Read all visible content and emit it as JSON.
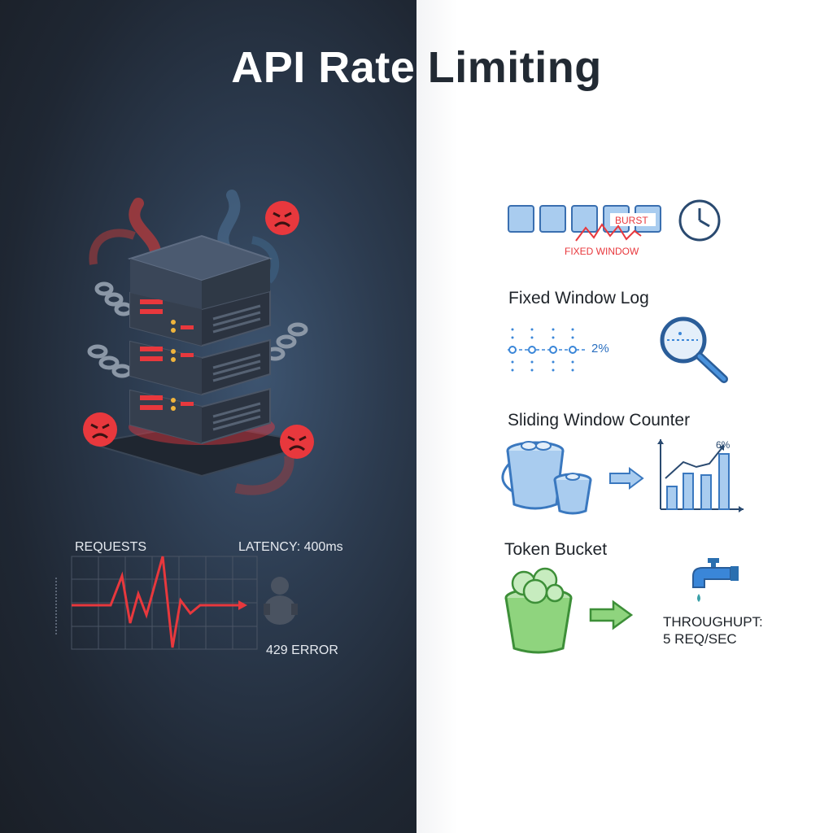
{
  "title": {
    "part_left": "API Rate ",
    "part_right": "Limiting"
  },
  "left_panel": {
    "requests_label": "REQUESTS",
    "latency_label": "LATENCY: 400ms",
    "error_label": "429 ERROR",
    "accent_color": "#e8383d"
  },
  "right_panel": {
    "burst_label": "BURST",
    "fixed_window_label": "FIXED WINDOW",
    "fixed_window_log": {
      "heading": "Fixed Window Log",
      "percent": "2%"
    },
    "sliding_window_counter": {
      "heading": "Sliding Window Counter",
      "percent": "6%"
    },
    "token_bucket": {
      "heading": "Token Bucket",
      "throughput_line1": "THROUGHUPT:",
      "throughput_line2": "5 REQ/SEC"
    },
    "accent_color": "#3a86d8",
    "green_color": "#7fcf6e"
  },
  "icons": [
    "angry-face-icon",
    "server-stack-icon",
    "chain-icon",
    "heartbeat-chart-icon",
    "clock-icon",
    "magnifier-icon",
    "bucket-icon",
    "arrow-right-icon",
    "bar-chart-icon",
    "faucet-icon",
    "coin-icon"
  ]
}
